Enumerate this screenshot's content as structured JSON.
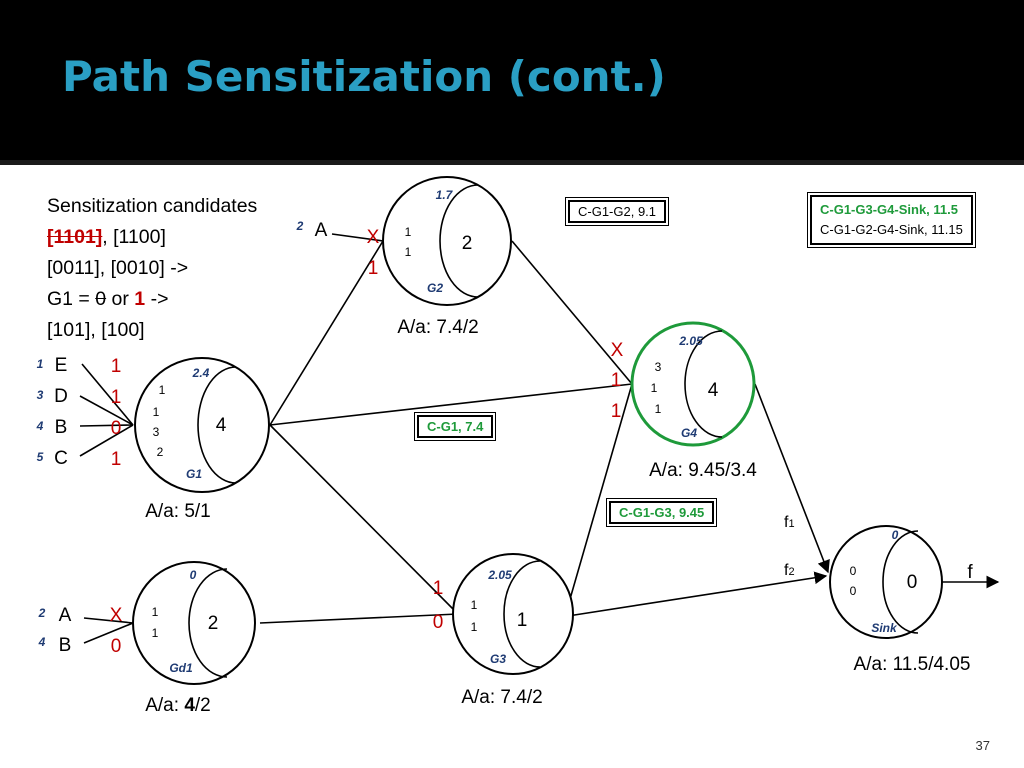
{
  "slide": {
    "title": "Path Sensitization (cont.)",
    "number": "37"
  },
  "candidates": {
    "line1": "Sensitization candidates",
    "line2_strike": "[1101]",
    "line2_rest": ", [1100]",
    "line3": "[0011], [0010] ->",
    "line4_a": "G1 = ",
    "line4_strike": "0",
    "line4_or": " or ",
    "line4_one": "1",
    "line4_arrow": " ->",
    "line5": "[101], [100]"
  },
  "boxes": {
    "c_g1_g2": "C-G1-G2,    9.1",
    "c_g1": "C-G1,    7.4",
    "c_g1_g3": "C-G1-G3,     9.45",
    "c_g1_g3_g4_sink": "C-G1-G3-G4-Sink,     11.5",
    "c_g1_g2_g4_sink": "C-G1-G2-G4-Sink,   11.15"
  },
  "gates": {
    "G1": {
      "name": "G1",
      "top_value": "2.4",
      "output": "4",
      "pins": [
        "1",
        "1",
        "3",
        "2"
      ],
      "aa": "A/a: 5/1"
    },
    "G2": {
      "name": "G2",
      "top_value": "1.7",
      "output": "2",
      "pins": [
        "1",
        "1"
      ],
      "aa": "A/a: 7.4/2"
    },
    "G3": {
      "name": "G3",
      "top_value": "2.05",
      "output": "1",
      "pins": [
        "1",
        "1"
      ],
      "aa": "A/a: 7.4/2"
    },
    "G4": {
      "name": "G4",
      "top_value": "2.05",
      "output": "4",
      "pins": [
        "3",
        "1",
        "1"
      ],
      "aa": "A/a: 9.45/3.4"
    },
    "Gd1": {
      "name": "Gd1",
      "top_value": "0",
      "output": "2",
      "pins": [
        "1",
        "1"
      ],
      "aa_prefix": "A/a: ",
      "aa_bold": "4",
      "aa_suffix": "/2"
    },
    "Sink": {
      "name": "Sink",
      "top_value": "0",
      "output": "0",
      "pins": [
        "0",
        "0"
      ],
      "aa": "A/a: 11.5/4.05"
    }
  },
  "inputs": {
    "g1": [
      {
        "index": "1",
        "name": "E",
        "value": "1"
      },
      {
        "index": "3",
        "name": "D",
        "value": "1"
      },
      {
        "index": "4",
        "name": "B",
        "value": "0"
      },
      {
        "index": "5",
        "name": "C",
        "value": "1"
      }
    ],
    "g2": {
      "index": "2",
      "name": "A",
      "mark": "X",
      "value": "1"
    },
    "gd1": [
      {
        "index": "2",
        "name": "A",
        "value": "X"
      },
      {
        "index": "4",
        "name": "B",
        "value": "0"
      }
    ]
  },
  "marks": {
    "g4_x": "X",
    "g4_v1": "1",
    "g4_v2": "1",
    "g3_v1": "1",
    "g3_v0": "0"
  },
  "sink_labels": {
    "f1": "f",
    "f1_sub": "1",
    "f2": "f",
    "f2_sub": "2",
    "out": "f"
  },
  "colors": {
    "title": "#2a9fc4",
    "highlight_green": "#1e9a3a",
    "red": "#c00000",
    "label_blue": "#1f3b73"
  }
}
